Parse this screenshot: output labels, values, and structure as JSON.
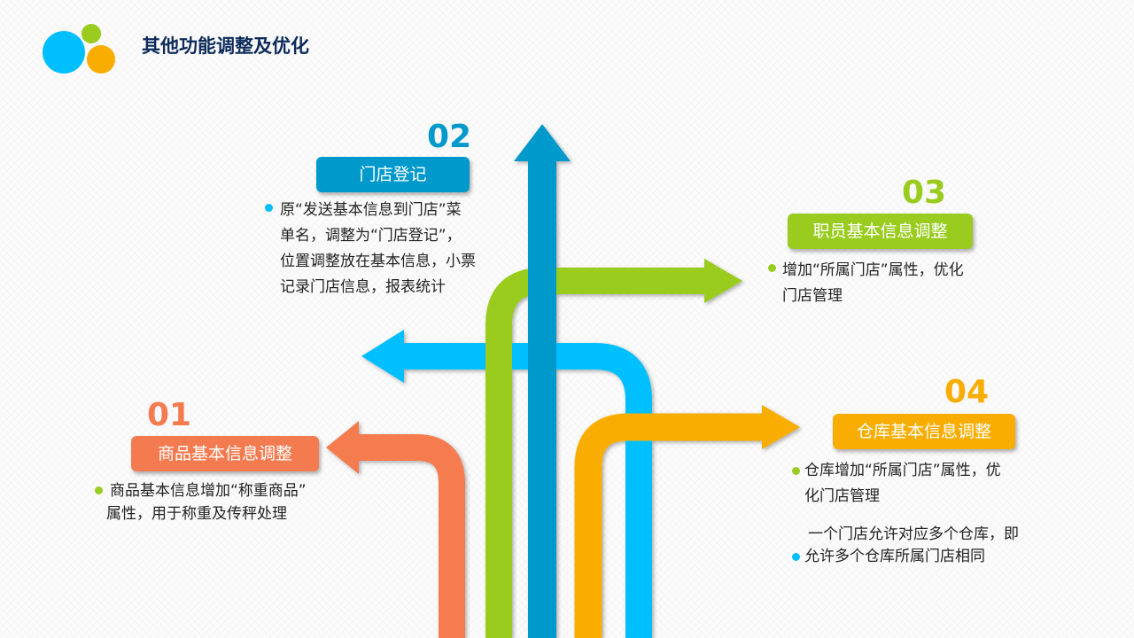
{
  "title": "其他功能调整及优化",
  "colors": {
    "coral": "#f47b50",
    "dark_blue": "#0099cc",
    "green": "#99cc1f",
    "light_blue": "#00bfff",
    "orange": "#f9ad00"
  },
  "items": [
    {
      "num": "01",
      "label": "商品基本信息调整",
      "lines": [
        "商品基本信息增加“称重商品”",
        "属性，用于称重及传秤处理"
      ]
    },
    {
      "num": "02",
      "label": "门店登记",
      "lines": [
        "原“发送基本信息到门店”菜",
        "单名，调整为“门店登记”，",
        "位置调整放在基本信息，小票",
        "记录门店信息，报表统计"
      ]
    },
    {
      "num": "03",
      "label": "职员基本信息调整",
      "lines": [
        "增加“所属门店”属性，优化",
        "门店管理"
      ]
    },
    {
      "num": "04",
      "label": "仓库基本信息调整",
      "lines": [
        "仓库增加“所属门店”属性，优",
        "化门店管理"
      ],
      "extra_lines": [
        "一个门店允许对应多个仓库，即",
        "允许多个仓库所属门店相同"
      ]
    }
  ]
}
